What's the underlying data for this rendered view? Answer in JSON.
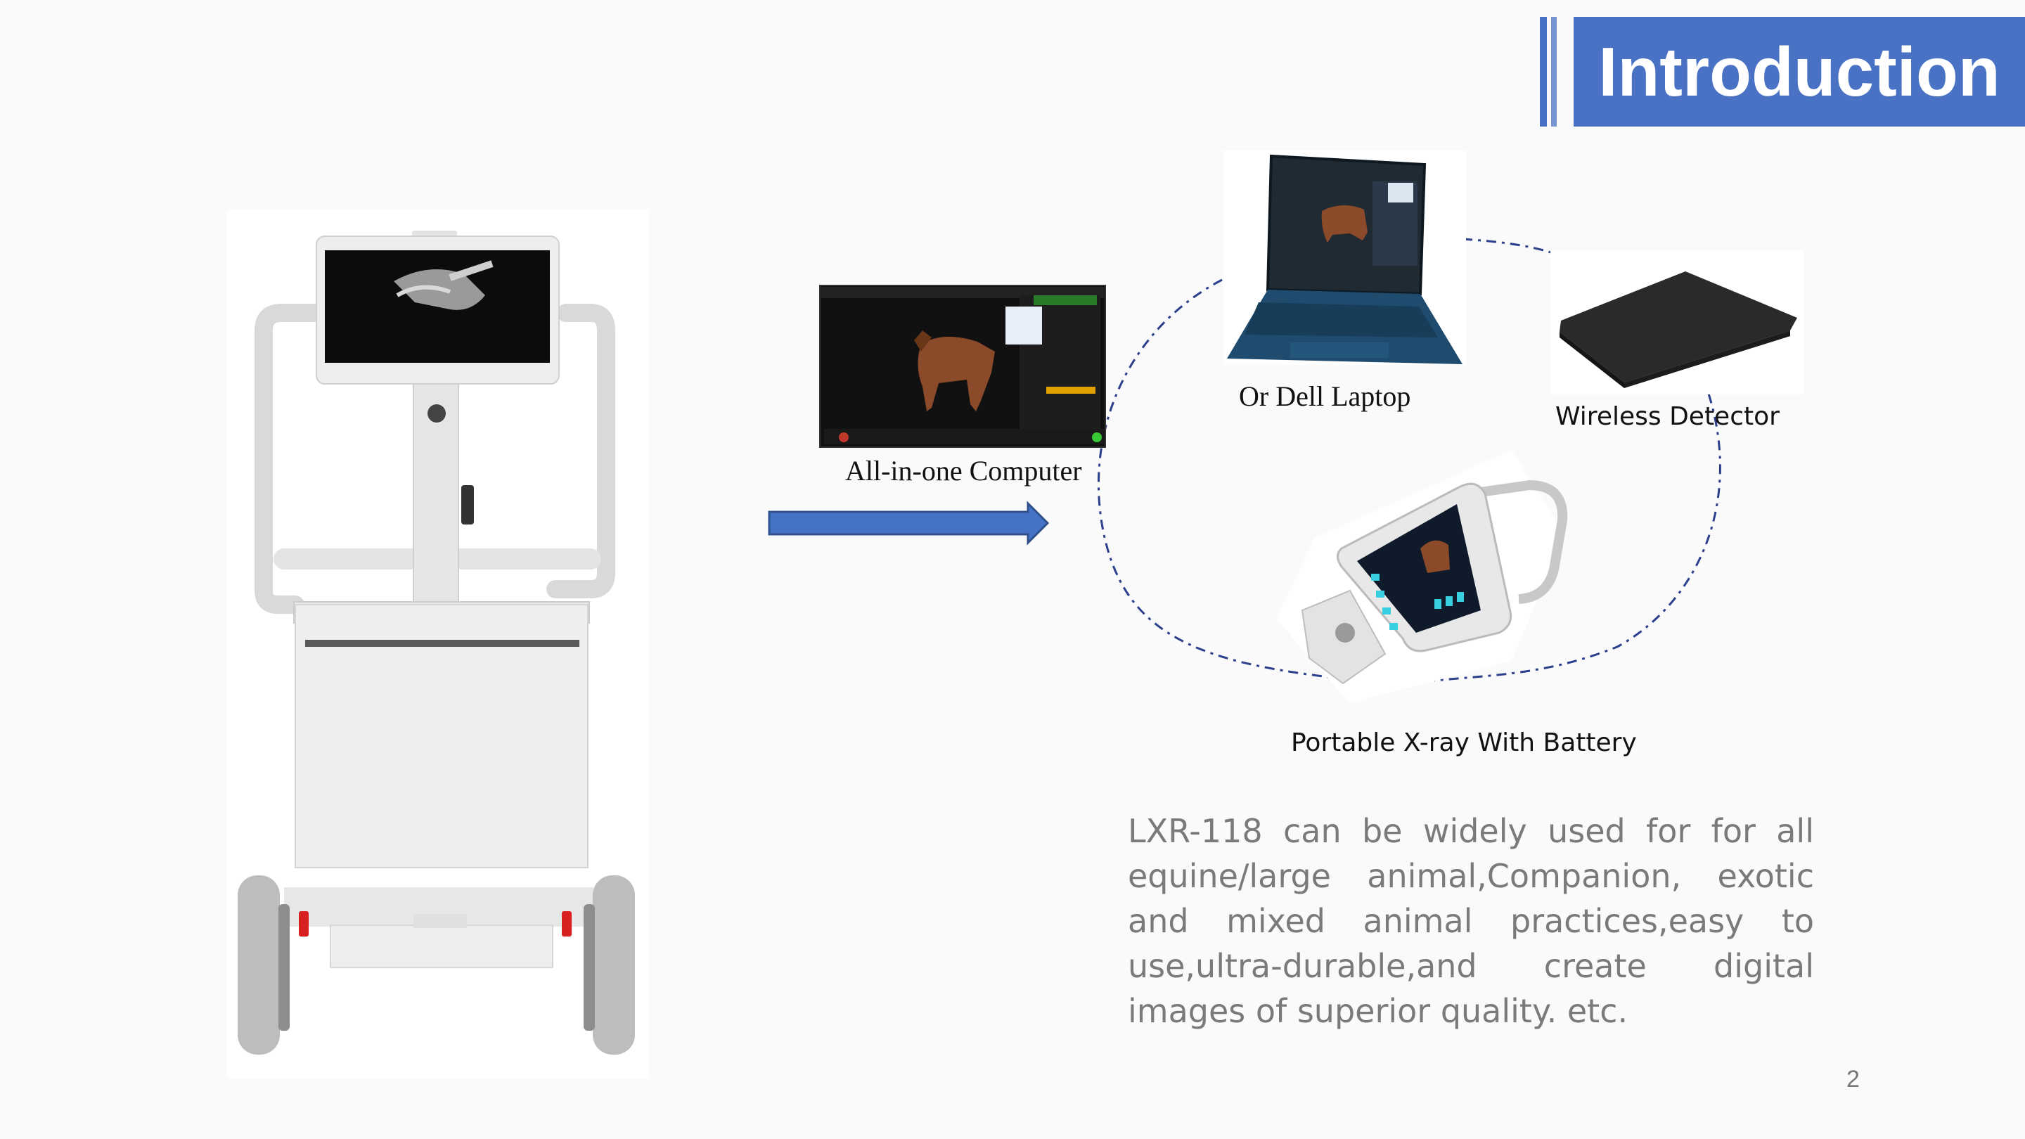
{
  "header": {
    "title": "Introduction"
  },
  "diagram": {
    "all_in_one_label": "All-in-one Computer",
    "laptop_label": "Or Dell Laptop",
    "detector_label": "Wireless Detector",
    "portable_label": "Portable X-ray With Battery"
  },
  "description": "LXR-118 can be widely used for for all equine/large animal,Companion,  exotic and mixed animal practices,easy to use,ultra-durable,and create digital images of superior quality. etc.",
  "page_number": "2",
  "colors": {
    "accent": "#4a72c4",
    "arrow": "#4472c4",
    "dashed_ring": "#2b3f8c"
  },
  "icons": [
    "xray-cart-image",
    "all-in-one-computer-image",
    "laptop-image",
    "wireless-detector-image",
    "portable-xray-image",
    "arrow-right-icon"
  ]
}
